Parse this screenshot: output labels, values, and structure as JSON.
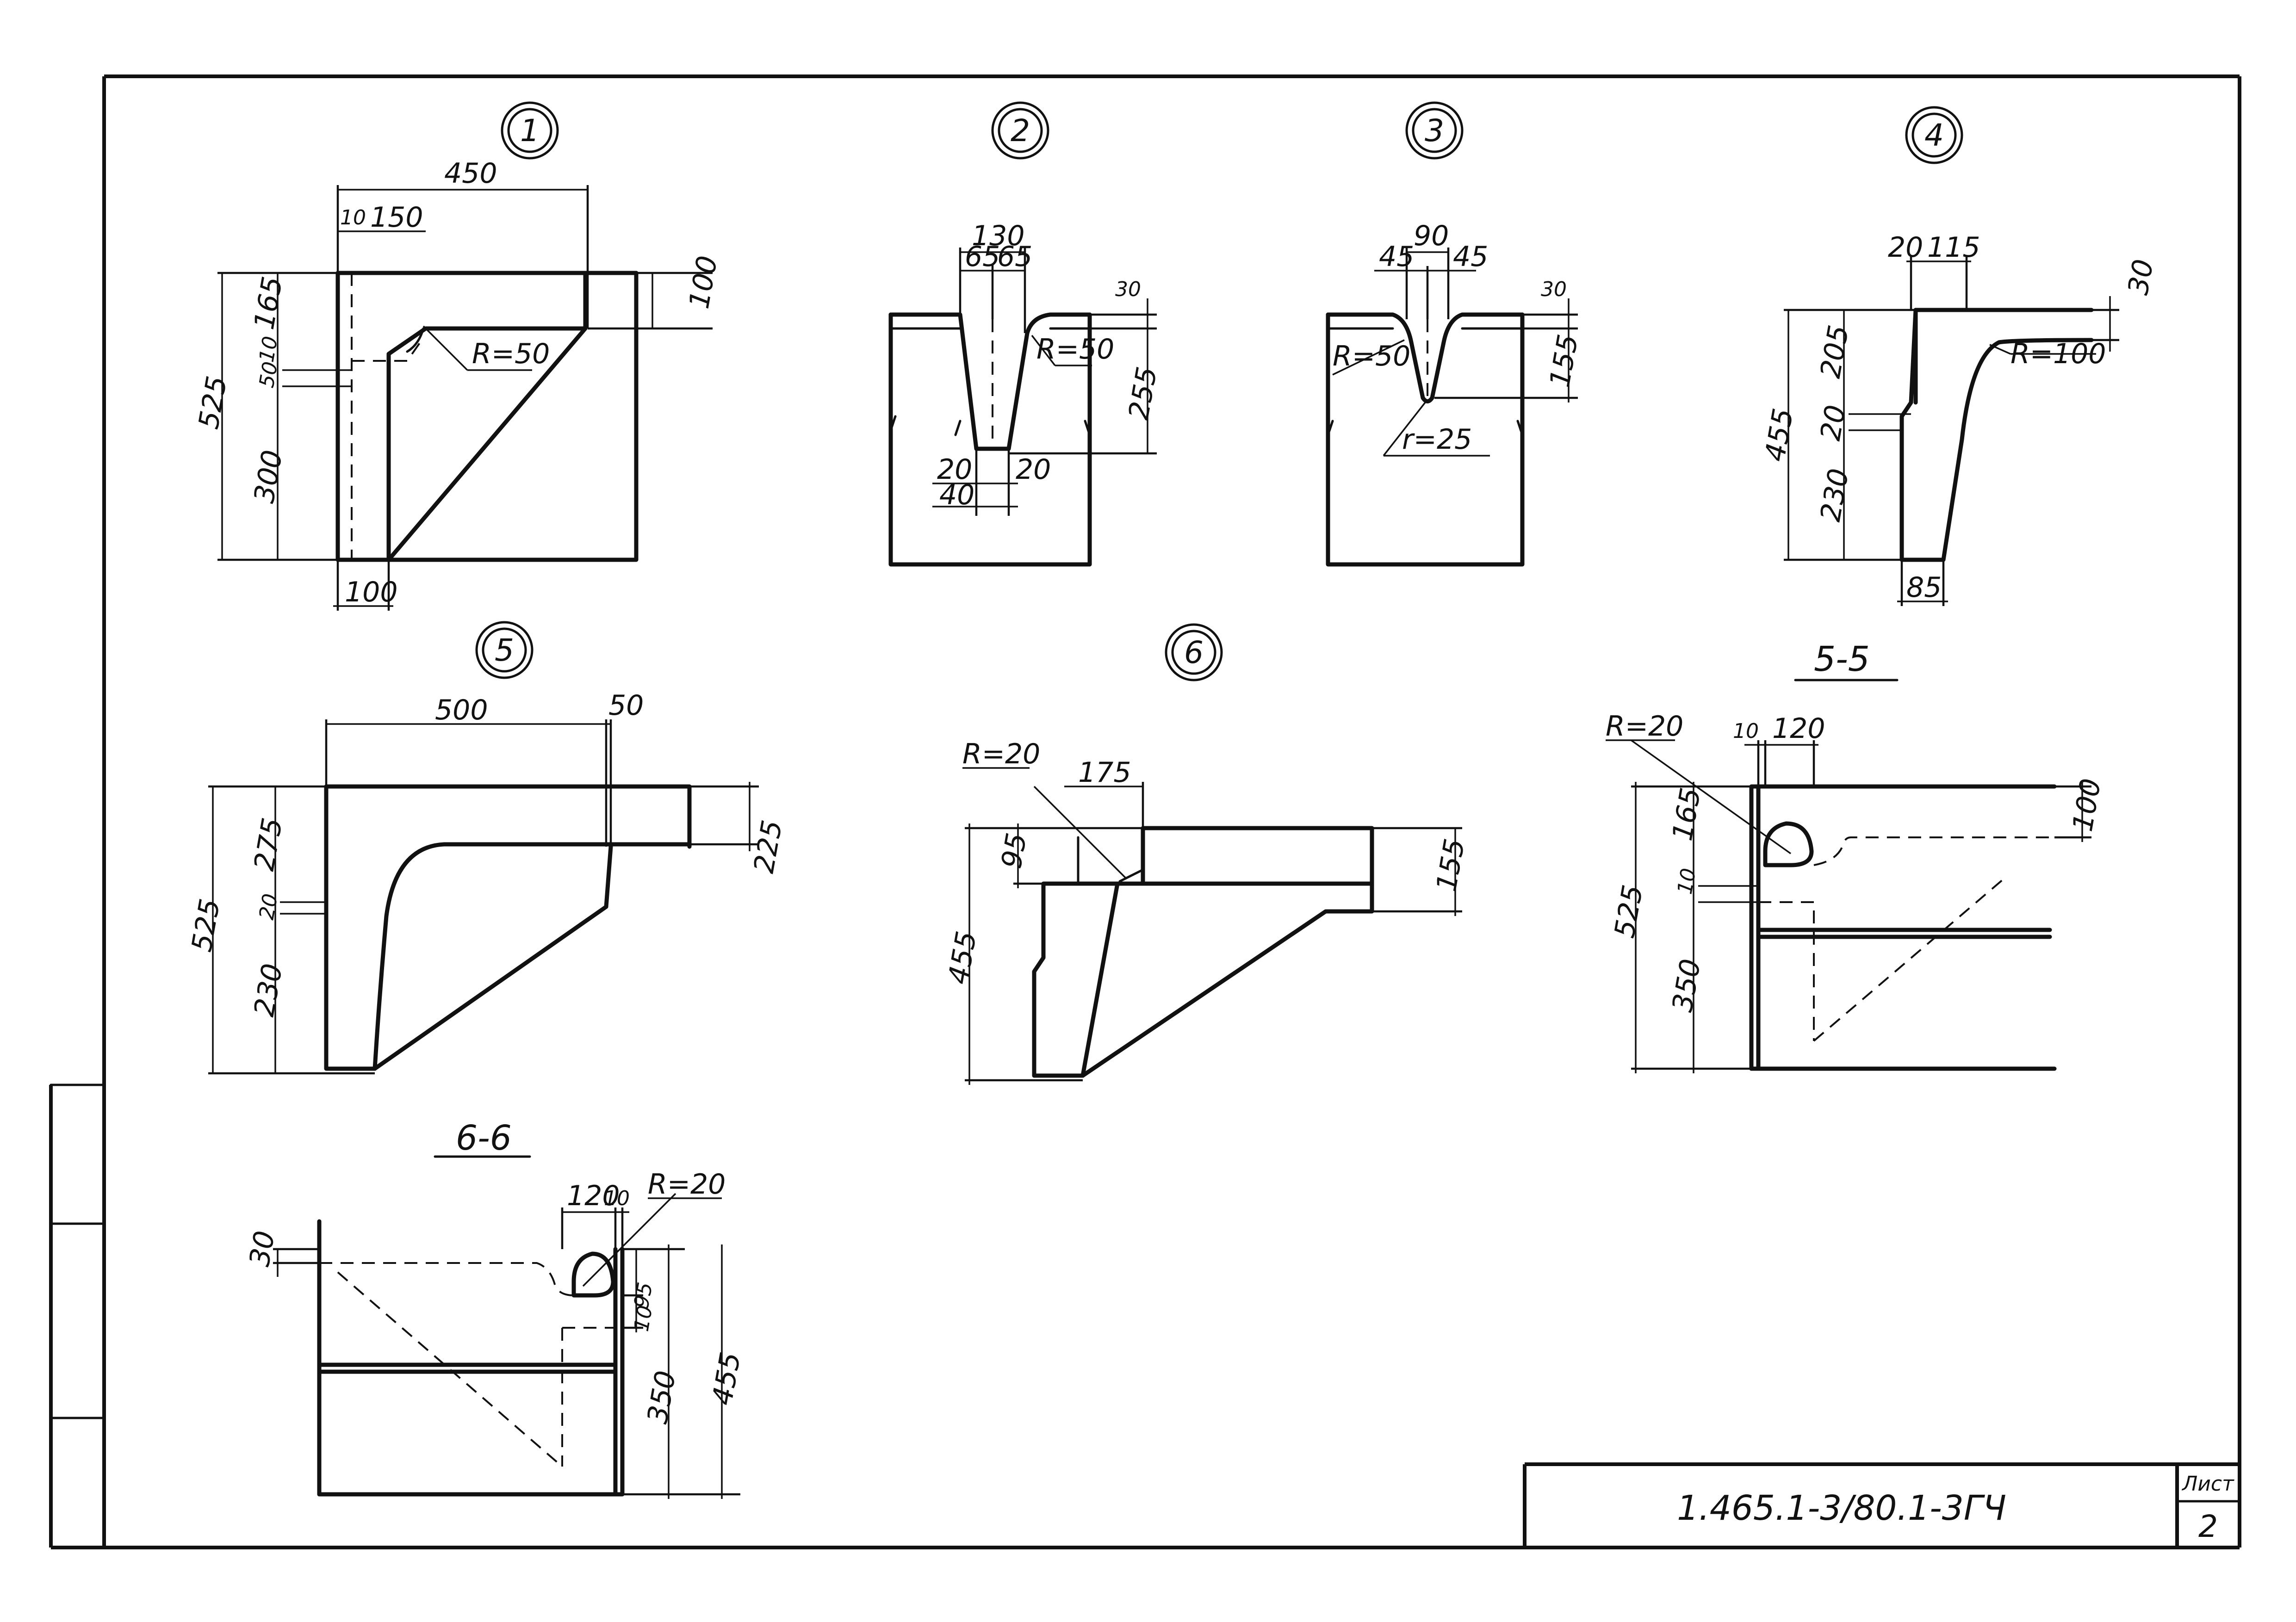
{
  "views": {
    "v1": {
      "label": "1",
      "dims": [
        "450",
        "10",
        "150",
        "525",
        "165",
        "50",
        "10",
        "300",
        "100",
        "100",
        "R=50"
      ]
    },
    "v2": {
      "label": "2",
      "dims": [
        "130",
        "65",
        "65",
        "30",
        "R=50",
        "255",
        "20",
        "20",
        "40"
      ]
    },
    "v3": {
      "label": "3",
      "dims": [
        "90",
        "45",
        "45",
        "30",
        "R=50",
        "155",
        "r=25"
      ]
    },
    "v4": {
      "label": "4",
      "dims": [
        "20",
        "115",
        "30",
        "455",
        "205",
        "20",
        "230",
        "R=100",
        "85"
      ]
    },
    "v5": {
      "label": "5",
      "dims": [
        "500",
        "50",
        "525",
        "275",
        "20",
        "230",
        "225"
      ]
    },
    "v6": {
      "label": "6",
      "dims": [
        "R=20",
        "175",
        "455",
        "95",
        "155"
      ]
    }
  },
  "sections": {
    "s55": {
      "label": "5-5",
      "dims": [
        "R=20",
        "10",
        "120",
        "100",
        "525",
        "165",
        "10",
        "350"
      ]
    },
    "s66": {
      "label": "6-6",
      "dims": [
        "30",
        "120",
        "10",
        "R=20",
        "10",
        "95",
        "350",
        "455"
      ]
    }
  },
  "title_block": {
    "code": "1.465.1-3/80.1-3ГЧ",
    "sheet_label": "Лист",
    "sheet_number": "2"
  }
}
